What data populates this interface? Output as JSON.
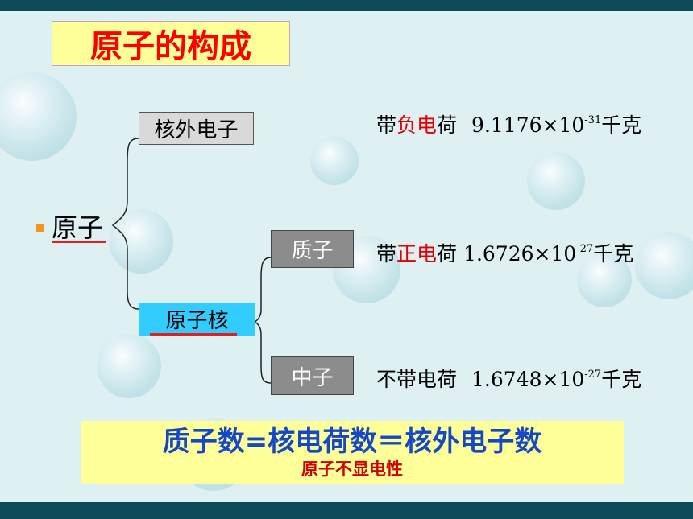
{
  "title": "原子的构成",
  "tree": {
    "root": "原子",
    "electron": "核外电子",
    "nucleus": "原子核",
    "proton": "质子",
    "neutron": "中子"
  },
  "info": {
    "electron": {
      "prefix": "带",
      "charge": "负电",
      "suffix": "荷",
      "mass_base": "9.1176×10",
      "mass_exp": "-31",
      "mass_unit": "千克"
    },
    "proton": {
      "prefix": "带",
      "charge": "正电",
      "suffix": "荷",
      "mass_base": "1.6726×10",
      "mass_exp": "-27",
      "mass_unit": "千克"
    },
    "neutron": {
      "charge_text": "不带电荷",
      "mass_base": "1.6748×10",
      "mass_exp": "-27",
      "mass_unit": "千克"
    }
  },
  "summary": {
    "main": "质子数=核电荷数＝核外电子数",
    "sub": "原子不显电性"
  },
  "colors": {
    "background": "#dff0f3",
    "bar": "#0e4a5a",
    "title_box": "#ffff99",
    "title_text": "#ff0000",
    "nucleus_fill": "#33ccff",
    "gray_node": "#8c8c8c",
    "highlight": "#e00000",
    "summary_main": "#1547c9"
  }
}
